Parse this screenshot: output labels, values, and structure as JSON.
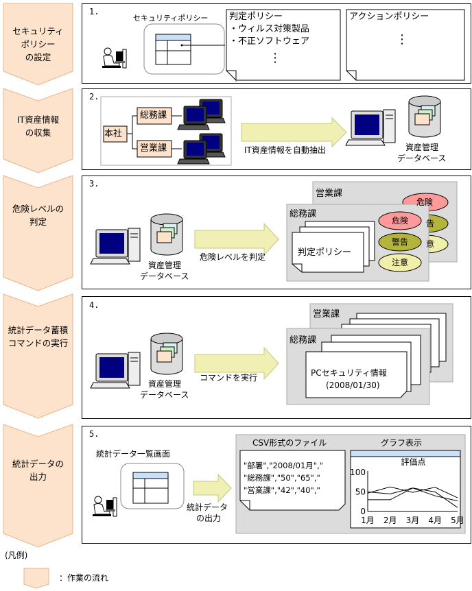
{
  "steps": [
    {
      "label_lines": [
        "セキュリティ",
        "ポリシー",
        "の設定"
      ],
      "number": "1."
    },
    {
      "label_lines": [
        "IT資産情報",
        "の収集"
      ],
      "number": "2."
    },
    {
      "label_lines": [
        "危険レベルの",
        "判定"
      ],
      "number": "3."
    },
    {
      "label_lines": [
        "統計データ蓄積",
        "コマンドの実行"
      ],
      "number": "4."
    },
    {
      "label_lines": [
        "統計データの",
        "出力"
      ],
      "number": "5."
    }
  ],
  "step1": {
    "security_policy": "セキュリティポリシー",
    "judgement_policy": {
      "title": "判定ポリシー",
      "items": [
        "・ウィルス対策製品",
        "・不正ソフトウェア"
      ],
      "more": "⋮"
    },
    "action_policy": {
      "title": "アクションポリシー",
      "more": "⋮"
    }
  },
  "step2": {
    "head_office": "本社",
    "dept_general": "総務課",
    "dept_sales": "営業課",
    "arrow_label": "IT資産情報を自動抽出",
    "db_label_lines": [
      "資産管理",
      "データベース"
    ]
  },
  "step3": {
    "db_label_lines": [
      "資産管理",
      "データベース"
    ],
    "arrow_label": "危険レベルを判定",
    "sales": "営業課",
    "general": "総務課",
    "policy": "判定ポリシー",
    "levels": {
      "danger": "危険",
      "warning": "警告",
      "caution": "注意"
    },
    "back_levels": {
      "danger": "危険",
      "warning": "告",
      "caution": "意"
    }
  },
  "step4": {
    "db_label_lines": [
      "資産管理",
      "データベース"
    ],
    "arrow_label": "コマンドを実行",
    "sales": "営業課",
    "general": "総務課",
    "info_lines": [
      "PCセキュリティ情報",
      "(2008/01/30)"
    ]
  },
  "step5": {
    "screen_label": "統計データ一覧画面",
    "arrow_label_lines": [
      "統計データ",
      "の出力"
    ],
    "csv_title": "CSV形式のファイル",
    "csv_lines": [
      "\"部署\",\"2008/01月\",\"",
      "\"総務課\",\"50\",\"65\",\"",
      "\"営業課\",\"42\",\"40\",\""
    ],
    "graph_title": "グラフ表示"
  },
  "chart_data": {
    "type": "line",
    "title": "評価点",
    "categories": [
      "1月",
      "2月",
      "3月",
      "4月",
      "5月"
    ],
    "y_ticks": [
      "100",
      "50",
      "0"
    ],
    "ylim": [
      0,
      100
    ],
    "series": [
      {
        "values": [
          47,
          63,
          49,
          62,
          35
        ]
      },
      {
        "values": [
          30,
          30,
          60,
          40,
          27
        ]
      },
      {
        "values": [
          50,
          45,
          60,
          50,
          10
        ]
      }
    ]
  },
  "legend": {
    "title": "(凡例)",
    "item": "：作業の流れ"
  },
  "colors": {
    "flow_fill": "#fde2cc",
    "flow_stroke": "#e8b48a",
    "arrow_fill": "#f0f0b4",
    "arrow_stroke": "#c8c878",
    "card_bg": "#dcdcdc",
    "danger": "#ff9a9a",
    "warning": "#b4b43c",
    "caution": "#f0f0aa",
    "monitor": "#000080"
  }
}
